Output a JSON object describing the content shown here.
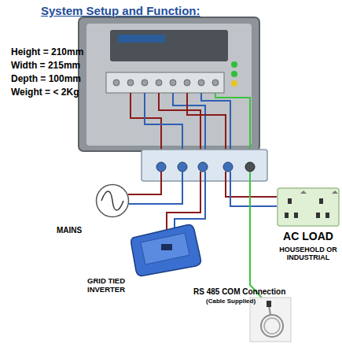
{
  "diagram": {
    "title": "System Setup and Function:",
    "nodes": [
      {
        "text": [
          "MAINS"
        ]
      },
      {
        "text": [
          "GRID TIED INVERTER"
        ]
      },
      {
        "text": [
          "AC LOAD",
          "HOUSEHOLD OR INDUSTRIAL"
        ]
      }
    ],
    "labels": [
      "Height = 210mm",
      "Width = 215mm",
      "Depth = 100mm",
      "Weight = < 2Kg",
      "RS 485 COM Connection",
      "(Cable Supplied)"
    ]
  }
}
